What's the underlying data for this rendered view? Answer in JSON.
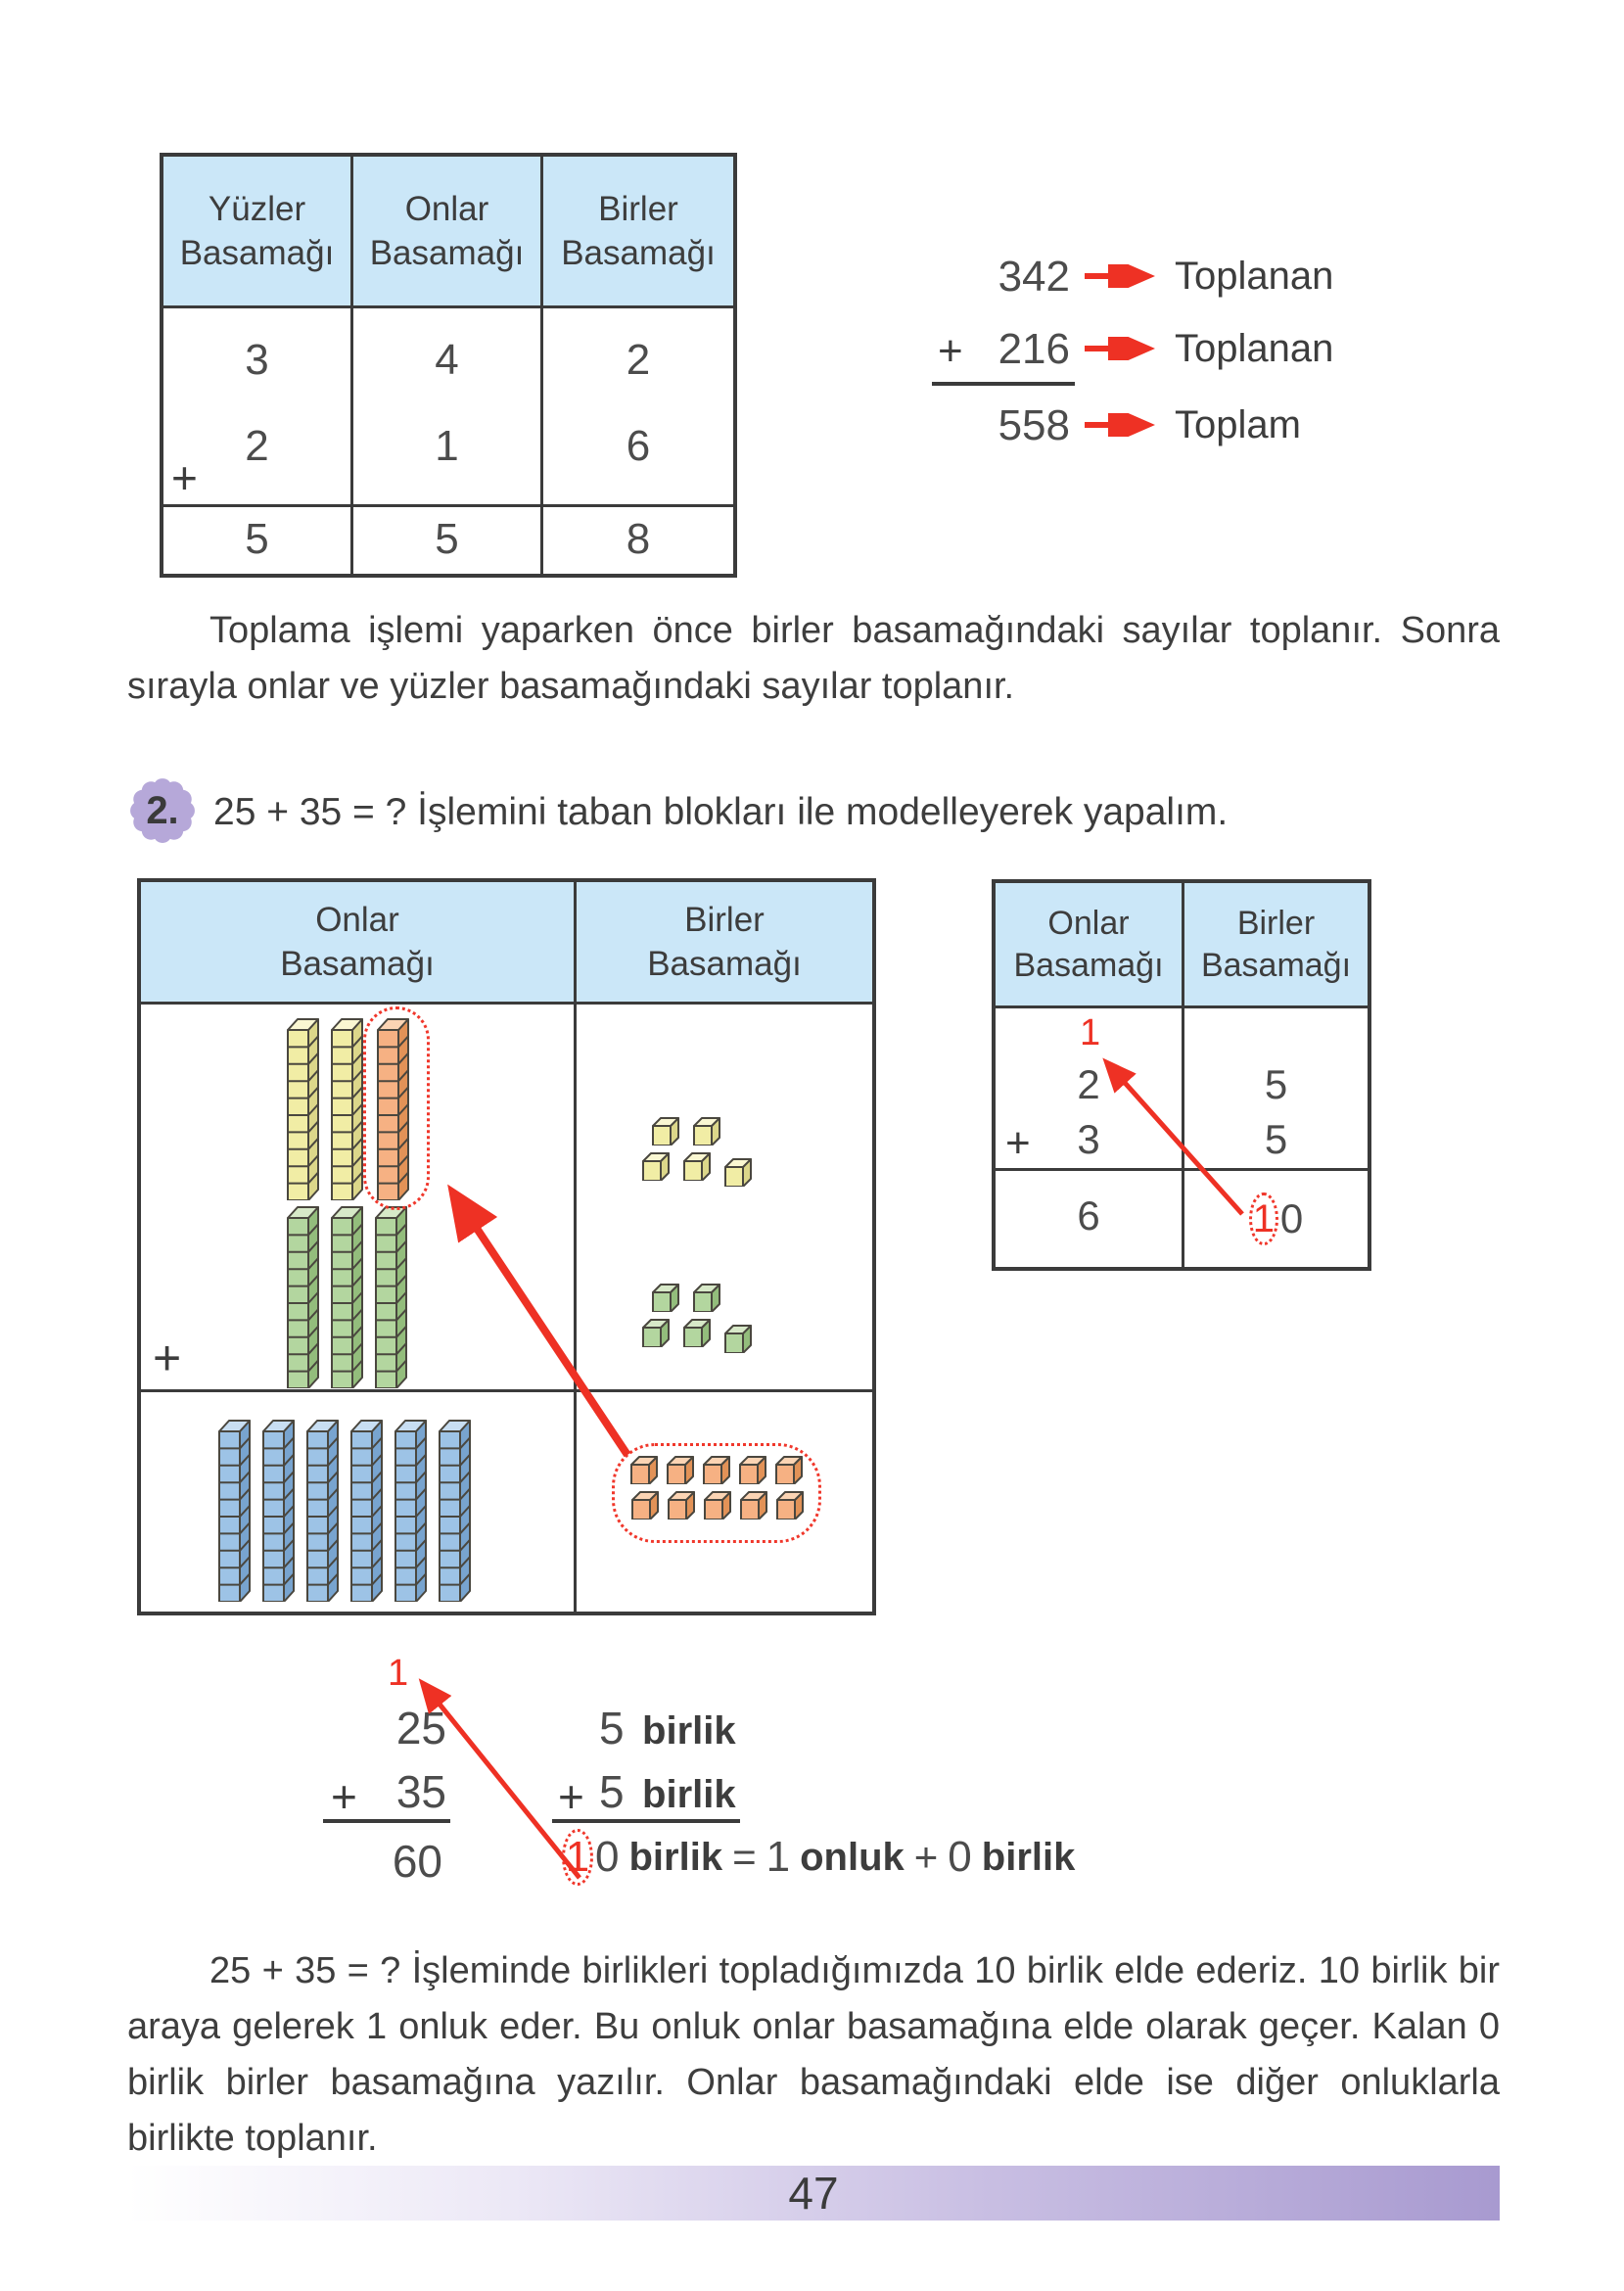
{
  "colors": {
    "header_blue": "#cbe7f8",
    "border_dark": "#3b3b3b",
    "red_accent": "#ee3124",
    "badge_purple": "#b6a8d9",
    "footer_purple": "#a89ad0",
    "rods": {
      "yellow": {
        "f": "#f1eda5",
        "t": "#faf7d2",
        "s": "#dcd78a"
      },
      "orange": {
        "f": "#f6b183",
        "t": "#fbd4b4",
        "s": "#e29257"
      },
      "green": {
        "f": "#b3d69f",
        "t": "#d7e9c8",
        "s": "#93bd7c"
      },
      "blue": {
        "f": "#9dc3e6",
        "t": "#c8def2",
        "s": "#78a4cf"
      }
    }
  },
  "place_value_table": {
    "headers": [
      {
        "line1": "Yüzler",
        "line2": "Basamağı"
      },
      {
        "line1": "Onlar",
        "line2": "Basamağı"
      },
      {
        "line1": "Birler",
        "line2": "Basamağı"
      }
    ],
    "plus": "+",
    "addends": [
      [
        "3",
        "4",
        "2"
      ],
      [
        "2",
        "1",
        "6"
      ]
    ],
    "result": [
      "5",
      "5",
      "8"
    ]
  },
  "labeled_addition": {
    "rows": [
      {
        "plus": "",
        "value": "342",
        "label": "Toplanan"
      },
      {
        "plus": "+",
        "value": "216",
        "label": "Toplanan"
      },
      {
        "plus": "",
        "value": "558",
        "label": "Toplam"
      }
    ]
  },
  "intro_paragraph": "Toplama işlemi yaparken önce birler basamağındaki sayılar toplanır. Sonra sırayla onlar ve yüzler basamağındaki sayılar toplanır.",
  "section": {
    "badge": "2.",
    "title": "25 + 35 = ? İşlemini taban blokları ile modelleyerek yapalım."
  },
  "model_table": {
    "headers": [
      {
        "line1": "Onlar",
        "line2": "Basamağı"
      },
      {
        "line1": "Birler",
        "line2": "Basamağı"
      }
    ],
    "plus": "+",
    "addend1": {
      "tens_plain": 2,
      "tens_carry": 1,
      "ones": 5
    },
    "addend2": {
      "tens_plain": 3,
      "ones": 5
    },
    "sum": {
      "tens": 6,
      "ones": 10
    }
  },
  "carry_table": {
    "headers": [
      {
        "line1": "Onlar",
        "line2": "Basamağı"
      },
      {
        "line1": "Birler",
        "line2": "Basamağı"
      }
    ],
    "carry": "1",
    "plus": "+",
    "rows": [
      [
        "2",
        "5"
      ],
      [
        "3",
        "5"
      ]
    ],
    "result_tens": "6",
    "result_ones_carry": "1",
    "result_ones_rest": "0"
  },
  "column_addition": {
    "carry": "1",
    "addend1": "25",
    "plus": "+",
    "addend2": "35",
    "result": "60"
  },
  "ones_addition": {
    "line1": [
      {
        "t": "5"
      },
      {
        "t": "birlik"
      }
    ],
    "plus": "+",
    "line2": [
      {
        "t": "5"
      },
      {
        "t": "birlik"
      }
    ],
    "result_carry": "1",
    "result_tokens": [
      {
        "t": "0"
      },
      {
        "t": "birlik"
      },
      {
        "t": "="
      },
      {
        "t": "1"
      },
      {
        "t": "onluk"
      },
      {
        "t": "+"
      },
      {
        "t": "0"
      },
      {
        "t": "birlik"
      }
    ]
  },
  "closing_paragraph": "25 + 35 = ? İşleminde birlikleri topladığımızda 10 birlik elde ederiz. 10 birlik bir araya gelerek 1 onluk eder. Bu onluk onlar basamağına elde olarak geçer. Kalan 0 birlik birler basamağına yazılır. Onlar basamağındaki elde ise diğer onluklarla birlikte toplanır.",
  "footer": {
    "page_number": "47"
  }
}
